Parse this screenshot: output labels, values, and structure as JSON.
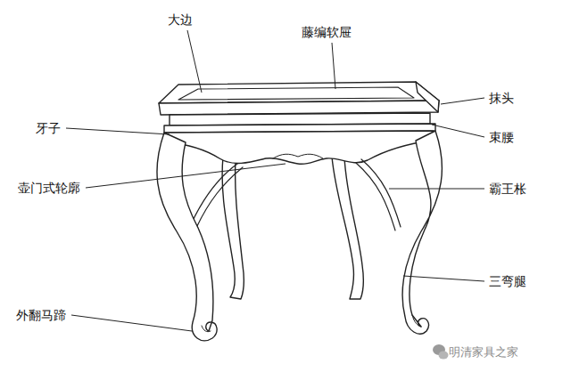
{
  "diagram": {
    "labels": [
      "大边",
      "藤编软屉",
      "抹头",
      "牙子",
      "束腰",
      "壶门式轮廓",
      "霸王枨",
      "三弯腿",
      "外翻马蹄",
      "明清家具之家"
    ]
  }
}
